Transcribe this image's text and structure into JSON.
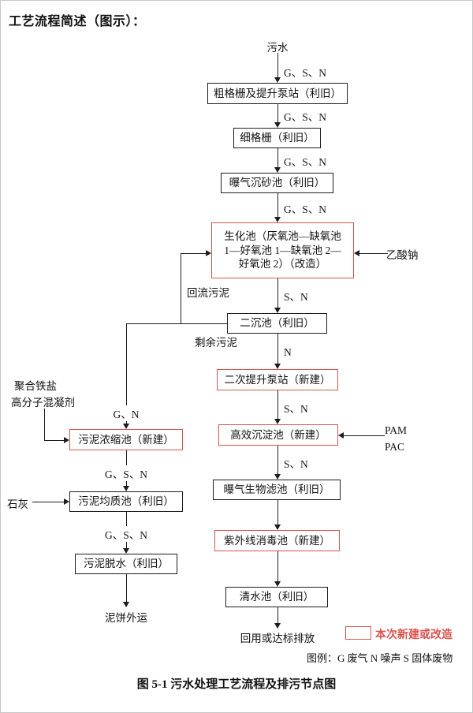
{
  "title": "工艺流程简述（图示）：",
  "source_label": "污水",
  "nodes": {
    "coarse_screen": "粗格栅及提升泵站（利旧）",
    "fine_screen": "细格栅（利旧）",
    "grit_chamber": "曝气沉砂池（利旧）",
    "bio_line1": "生化池（厌氧池—缺氧池",
    "bio_line2": "1—好氧池 1—缺氧池 2—",
    "bio_line3": "好氧池 2）（改造）",
    "secondary_clarifier": "二沉池（利旧）",
    "second_lift": "二次提升泵站（新建）",
    "high_eff_sedimentation": "高效沉淀池（新建）",
    "aerated_biofilter": "曝气生物滤池（利旧）",
    "uv_disinfection": "紫外线消毒池（新建）",
    "clear_water_tank": "清水池（利旧）",
    "sludge_thickener": "污泥浓缩池（新建）",
    "sludge_homogenizer": "污泥均质池（利旧）",
    "sludge_dewatering": "污泥脱水（利旧）"
  },
  "edge_labels": {
    "e1": "G、S、N",
    "e2": "G、S、N",
    "e3": "G、S、N",
    "e4": "G、S、N",
    "e5": "S、N",
    "e6": "N",
    "e7": "S、N",
    "e8": "S、N",
    "e9": "G、N",
    "e10": "G、S、N",
    "e11": "G、S、N"
  },
  "inputs": {
    "acetate": "乙酸钠",
    "pam": "PAM",
    "pac": "PAC",
    "lime": "石灰",
    "coagulant_line1": "聚合铁盐",
    "coagulant_line2": "高分子混凝剂"
  },
  "recycle": {
    "return_sludge": "回流污泥",
    "excess_sludge": "剩余污泥"
  },
  "outputs": {
    "effluent": "回用或达标排放",
    "sludge_cake": "泥饼外运"
  },
  "legend": {
    "highlight_label": "本次新建或改造",
    "note": "图例：G 废气 N 噪声 S 固体废物"
  },
  "caption": "图 5-1  污水处理工艺流程及排污节点图",
  "colors": {
    "highlight_red": "#d9534f",
    "line": "#1d1d1d"
  }
}
